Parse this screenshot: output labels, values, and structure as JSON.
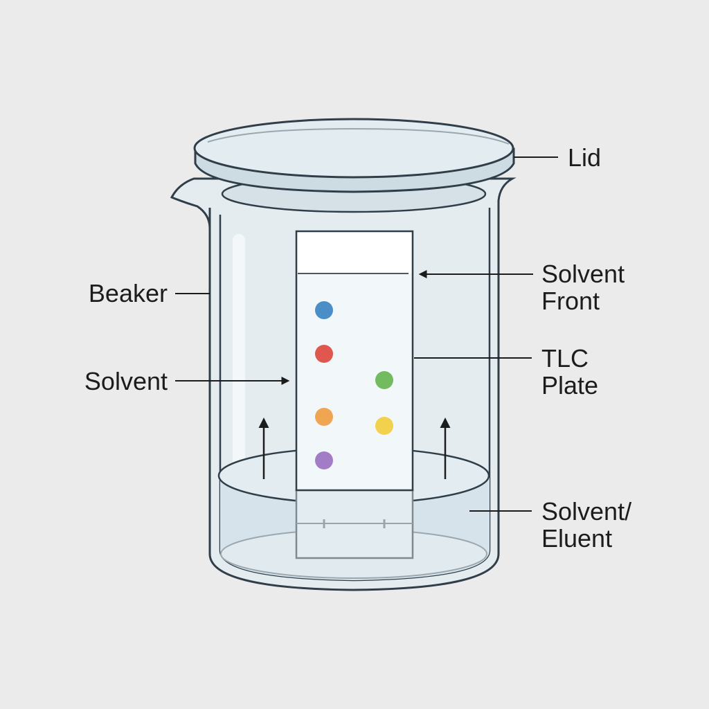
{
  "labels": {
    "lid": "Lid",
    "beaker": "Beaker",
    "solvent_front": [
      "Solvent",
      "Front"
    ],
    "tlc_plate": [
      "TLC",
      "Plate"
    ],
    "solvent": "Solvent",
    "solvent_eluent": [
      "Solvent/",
      "Eluent"
    ]
  },
  "spots": [
    {
      "name": "blue-spot",
      "lane": 1,
      "color": "#4a8ec8"
    },
    {
      "name": "red-spot",
      "lane": 1,
      "color": "#e0574f"
    },
    {
      "name": "orange-spot",
      "lane": 1,
      "color": "#f0a552"
    },
    {
      "name": "purple-spot",
      "lane": 1,
      "color": "#a27dc6"
    },
    {
      "name": "green-spot",
      "lane": 2,
      "color": "#72bb5f"
    },
    {
      "name": "yellow-spot",
      "lane": 2,
      "color": "#f2d24d"
    }
  ],
  "colors": {
    "outline": "#2f3e48",
    "glass": "#dde7ec",
    "liquid": "#d3e1e9"
  }
}
